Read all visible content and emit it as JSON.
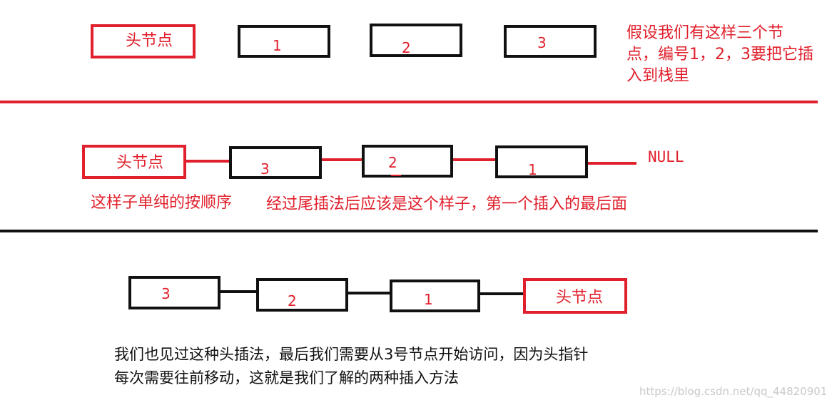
{
  "row1": {
    "head": "头节点",
    "nodes": [
      "1",
      "2",
      "3"
    ],
    "note": "假设我们有这样三个节点，编号1，2，3要把它插入到栈里"
  },
  "row2": {
    "head": "头节点",
    "nodes": [
      "3",
      "2",
      "1"
    ],
    "null_label": "NULL",
    "caption_left": "这样子单纯的按顺序",
    "caption_right": "经过尾插法后应该是这个样子，第一个插入的最后面"
  },
  "row3": {
    "nodes": [
      "3",
      "2",
      "1"
    ],
    "head": "头节点",
    "paragraph_line1": "我们也见过这种头插法，最后我们需要从3号节点开始访问，因为头指针",
    "paragraph_line2": "每次需要往前移动，这就是我们了解的两种插入方法"
  },
  "watermark": "https://blog.csdn.net/qq_44820901",
  "colors": {
    "red": "#e0202c",
    "black": "#111111",
    "watermark": "#c9c9c9"
  }
}
